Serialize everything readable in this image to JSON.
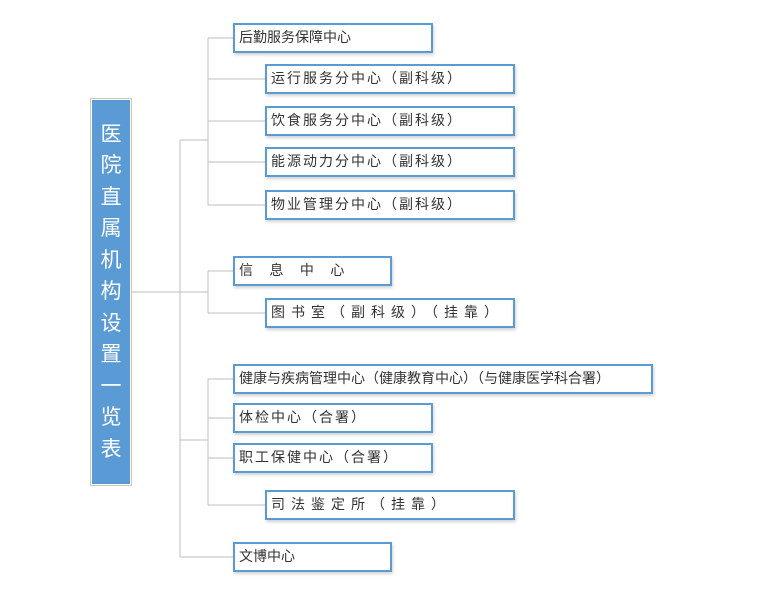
{
  "root": {
    "label": "医院直属机构设置一览表"
  },
  "groups": [
    {
      "label": "后勤服务保障中心",
      "children": [
        "运行服务分中心（副科级）",
        "饮食服务分中心（副科级）",
        "能源动力分中心（副科级）",
        "物业管理分中心（副科级）"
      ]
    },
    {
      "label": "信 息 中 心",
      "children": [
        "图书室（副科级）（挂靠）"
      ]
    },
    {
      "label": "健康与疾病管理中心（健康教育中心）（与健康医学科合署）",
      "children": []
    },
    {
      "label": "体检中心（合署）",
      "children": []
    },
    {
      "label": "职工保健中心（合署）",
      "children": [
        "司法鉴定所（挂靠）"
      ]
    },
    {
      "label": "文博中心",
      "children": []
    }
  ],
  "colors": {
    "accent": "#5b9bd5",
    "connector": "#bfbfbf",
    "text": "#333333"
  }
}
